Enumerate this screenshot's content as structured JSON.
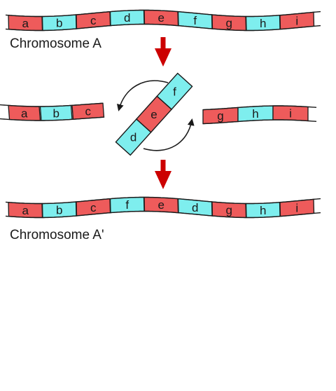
{
  "colors": {
    "red": "#ee5b5b",
    "cyan": "#7eeeee",
    "outline": "#1a1a1a",
    "arrow": "#cc0000"
  },
  "chromosome_a": {
    "label": "Chromosome A",
    "segments": [
      {
        "letter": "a",
        "color": "red"
      },
      {
        "letter": "b",
        "color": "cyan"
      },
      {
        "letter": "c",
        "color": "red"
      },
      {
        "letter": "d",
        "color": "cyan"
      },
      {
        "letter": "e",
        "color": "red"
      },
      {
        "letter": "f",
        "color": "cyan"
      },
      {
        "letter": "g",
        "color": "red"
      },
      {
        "letter": "h",
        "color": "cyan"
      },
      {
        "letter": "i",
        "color": "red"
      }
    ]
  },
  "broken": {
    "left": [
      {
        "letter": "a",
        "color": "red"
      },
      {
        "letter": "b",
        "color": "cyan"
      },
      {
        "letter": "c",
        "color": "red"
      }
    ],
    "middle": [
      {
        "letter": "d",
        "color": "cyan"
      },
      {
        "letter": "e",
        "color": "red"
      },
      {
        "letter": "f",
        "color": "cyan"
      }
    ],
    "right": [
      {
        "letter": "g",
        "color": "red"
      },
      {
        "letter": "h",
        "color": "cyan"
      },
      {
        "letter": "i",
        "color": "red"
      }
    ]
  },
  "chromosome_a_prime": {
    "label": "Chromosome A'",
    "segments": [
      {
        "letter": "a",
        "color": "red"
      },
      {
        "letter": "b",
        "color": "cyan"
      },
      {
        "letter": "c",
        "color": "red"
      },
      {
        "letter": "f",
        "color": "cyan"
      },
      {
        "letter": "e",
        "color": "red"
      },
      {
        "letter": "d",
        "color": "cyan"
      },
      {
        "letter": "g",
        "color": "red"
      },
      {
        "letter": "h",
        "color": "cyan"
      },
      {
        "letter": "i",
        "color": "red"
      }
    ]
  }
}
